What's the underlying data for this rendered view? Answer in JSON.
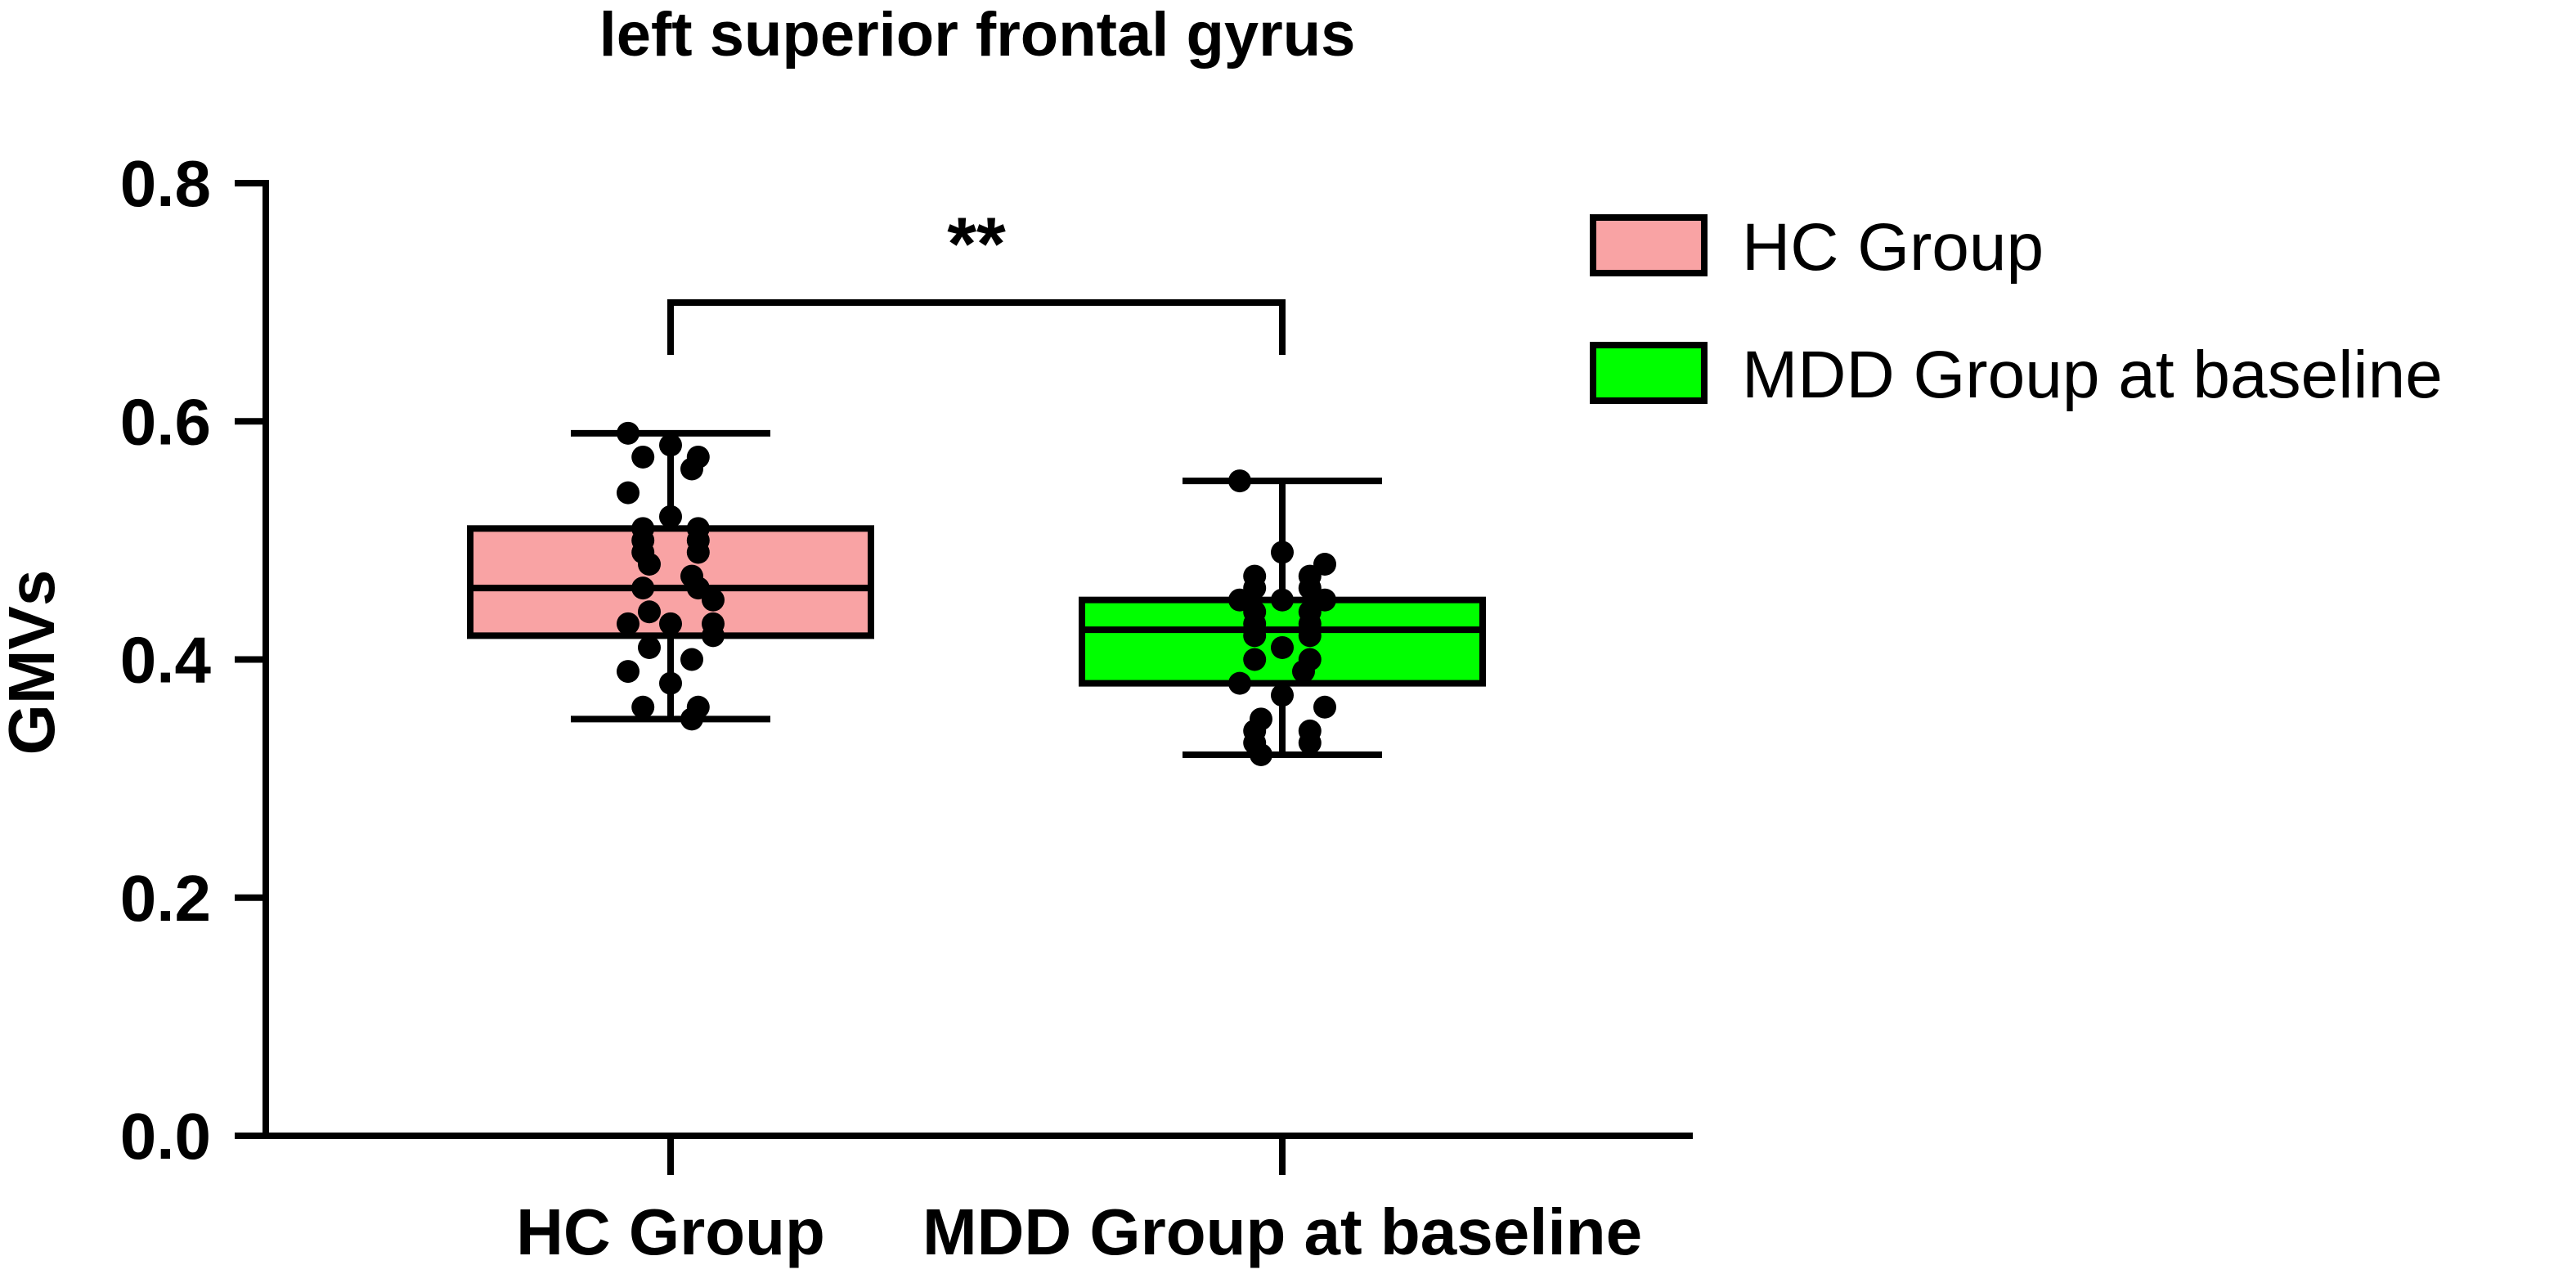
{
  "chart_data": {
    "type": "box",
    "title": "left superior frontal gyrus",
    "ylabel": "GMVs",
    "xlabel": "",
    "ylim": [
      0,
      0.8
    ],
    "yticks": [
      "0.0",
      "0.2",
      "0.4",
      "0.6",
      "0.8"
    ],
    "ytick_values": [
      0,
      0.2,
      0.4,
      0.6,
      0.8
    ],
    "grid": false,
    "legend_position": "top-right",
    "categories": [
      "HC Group",
      "MDD Group at baseline"
    ],
    "series": [
      {
        "name": "HC Group",
        "color": "#f9a3a4",
        "min": 0.35,
        "q1": 0.42,
        "median": 0.46,
        "q3": 0.51,
        "max": 0.59,
        "points": [
          0.59,
          0.58,
          0.57,
          0.57,
          0.56,
          0.54,
          0.52,
          0.51,
          0.51,
          0.5,
          0.5,
          0.49,
          0.49,
          0.48,
          0.47,
          0.46,
          0.46,
          0.45,
          0.44,
          0.43,
          0.43,
          0.43,
          0.42,
          0.41,
          0.4,
          0.39,
          0.38,
          0.36,
          0.36,
          0.35
        ]
      },
      {
        "name": "MDD Group at baseline",
        "color": "#00ff00",
        "min": 0.32,
        "q1": 0.38,
        "median": 0.425,
        "q3": 0.45,
        "max": 0.55,
        "points": [
          0.55,
          0.49,
          0.48,
          0.47,
          0.47,
          0.46,
          0.46,
          0.45,
          0.45,
          0.45,
          0.44,
          0.44,
          0.43,
          0.43,
          0.42,
          0.42,
          0.41,
          0.4,
          0.4,
          0.39,
          0.38,
          0.37,
          0.36,
          0.35,
          0.34,
          0.34,
          0.33,
          0.33,
          0.32
        ]
      }
    ],
    "annotations": [
      {
        "text": "**",
        "between": [
          "HC Group",
          "MDD Group at baseline"
        ]
      }
    ]
  }
}
